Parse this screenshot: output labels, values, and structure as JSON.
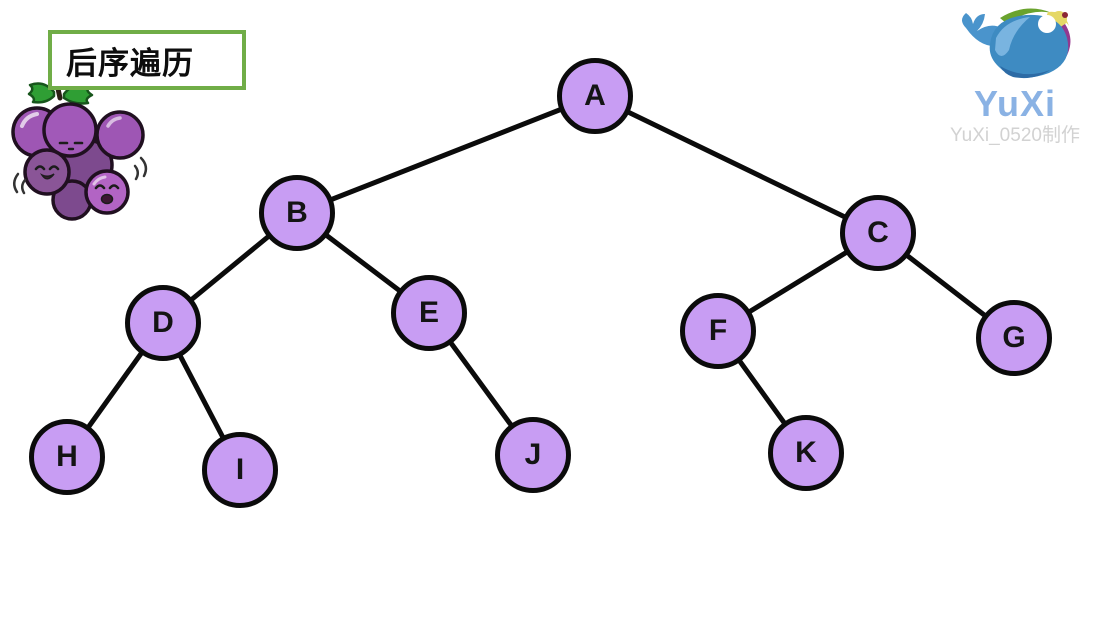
{
  "title_box": {
    "label": "后序遍历"
  },
  "mascot": {
    "icon": "grapes-icon"
  },
  "logo": {
    "icon": "whale-icon",
    "brand": "YuXi",
    "subtitle": "YuXi_0520制作"
  },
  "tree": {
    "type": "binary-tree-diagram",
    "nodes": [
      {
        "id": "A",
        "label": "A"
      },
      {
        "id": "B",
        "label": "B"
      },
      {
        "id": "C",
        "label": "C"
      },
      {
        "id": "D",
        "label": "D"
      },
      {
        "id": "E",
        "label": "E"
      },
      {
        "id": "F",
        "label": "F"
      },
      {
        "id": "G",
        "label": "G"
      },
      {
        "id": "H",
        "label": "H"
      },
      {
        "id": "I",
        "label": "I"
      },
      {
        "id": "J",
        "label": "J"
      },
      {
        "id": "K",
        "label": "K"
      }
    ],
    "edges": [
      [
        "A",
        "B"
      ],
      [
        "A",
        "C"
      ],
      [
        "B",
        "D"
      ],
      [
        "B",
        "E"
      ],
      [
        "D",
        "H"
      ],
      [
        "D",
        "I"
      ],
      [
        "E",
        "J"
      ],
      [
        "C",
        "F"
      ],
      [
        "C",
        "G"
      ],
      [
        "F",
        "K"
      ]
    ]
  },
  "colors": {
    "node_fill": "#c89df3",
    "node_stroke": "#0b0b0b",
    "edge": "#0b0b0b",
    "title_border": "#70ad47",
    "brand_blue": "#8ab2e4",
    "subtitle_gray": "#d2d2d2",
    "grape_purple": "#9e56b4",
    "whale_blue": "#3e8bc2"
  }
}
